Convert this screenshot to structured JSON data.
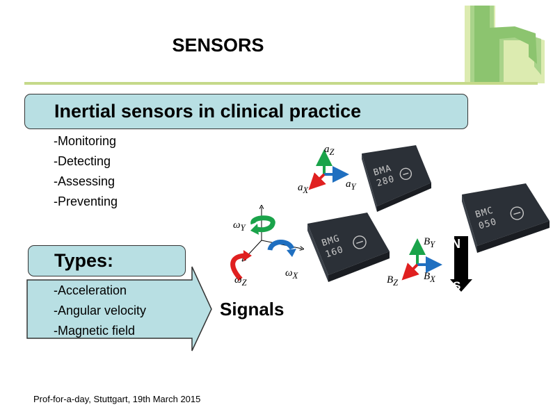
{
  "slide": {
    "title": "SENSORS",
    "section1": {
      "heading": "Inertial sensors in clinical practice",
      "items": [
        "-Monitoring",
        "-Detecting",
        "-Assessing",
        "-Preventing"
      ]
    },
    "section2": {
      "heading": "Types:",
      "items": [
        "-Acceleration",
        "-Angular velocity",
        "-Magnetic field"
      ]
    },
    "signals_label": "Signals",
    "accelerometer": {
      "chip_text": [
        "BMA",
        "280"
      ],
      "axes": {
        "z": "Z",
        "x": "X",
        "y": "Y"
      }
    },
    "gyroscope": {
      "chip_text": [
        "BMG",
        "160"
      ],
      "axes": {
        "y": "Y",
        "x": "X",
        "z": "Z"
      }
    },
    "magnetometer": {
      "chip_text": [
        "BMC",
        "050"
      ],
      "axes": {
        "y": "Y",
        "x": "X",
        "z": "Z"
      },
      "north": "N",
      "south": "S"
    },
    "footer": "Prof-for-a-day, Stuttgart, 19th March 2015",
    "colors": {
      "box_fill": "#b8dfe3",
      "rule": "#c5d98a",
      "logo_dark": "#8cc46f",
      "logo_light": "#dcebb0"
    }
  }
}
